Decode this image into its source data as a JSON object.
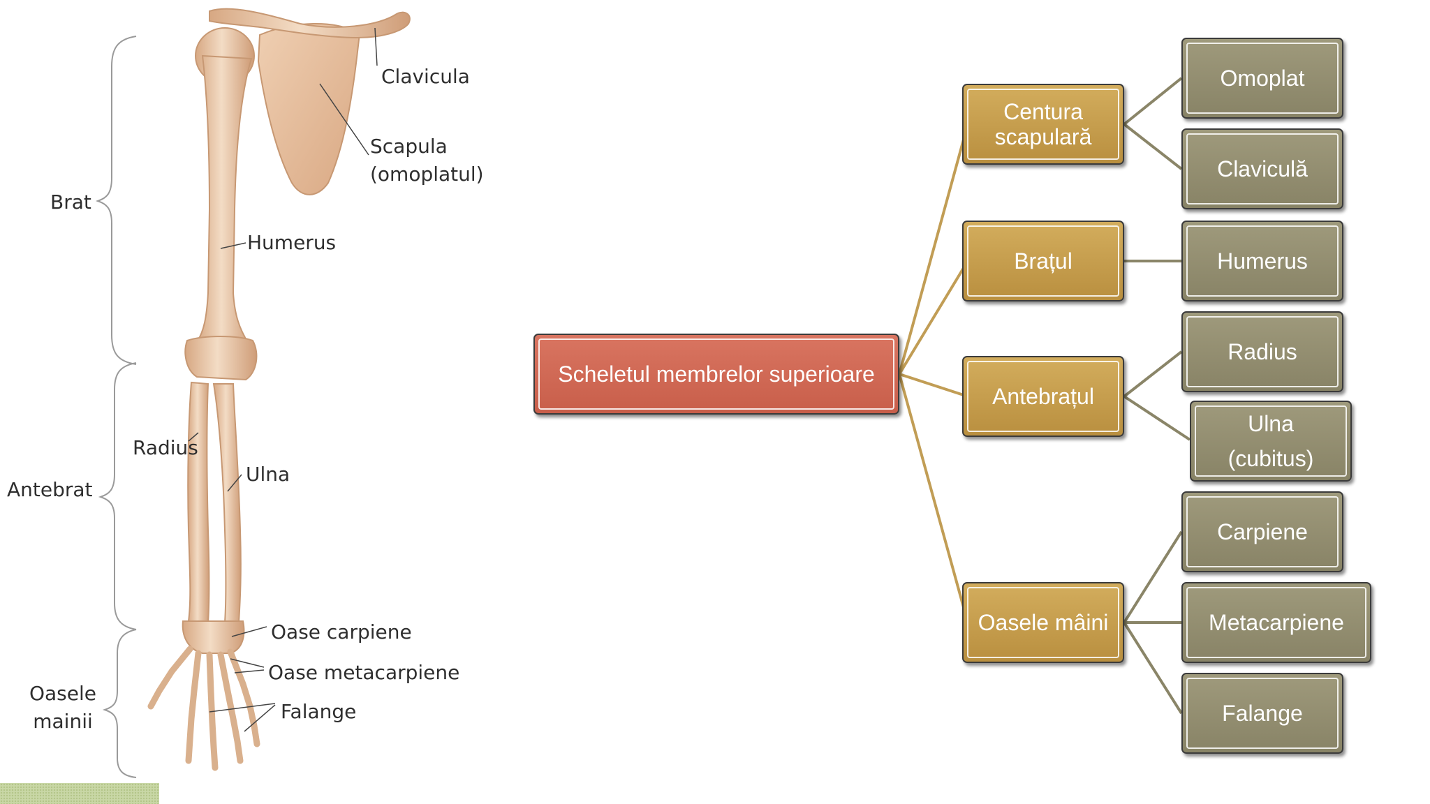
{
  "anatomy": {
    "labels": {
      "clavicula": "Clavicula",
      "scapula": "Scapula",
      "omoplatul": "(omoplatul)",
      "humerus": "Humerus",
      "radius": "Radius",
      "ulna": "Ulna",
      "oase_carpiene": "Oase carpiene",
      "oase_metacarpiene": "Oase metacarpiene",
      "falange": "Falange"
    },
    "regions": {
      "brat": "Brat",
      "antebrat": "Antebrat",
      "oasele_mainii_1": "Oasele",
      "oasele_mainii_2": "mainii"
    }
  },
  "tree": {
    "root": "Scheletul membrelor superioare",
    "groups": [
      {
        "line1": "Centura",
        "line2": "scapulară",
        "children": [
          "Omoplat",
          "Claviculă"
        ]
      },
      {
        "label": "Brațul",
        "children": [
          "Humerus"
        ]
      },
      {
        "label": "Antebrațul",
        "children": [
          "Radius",
          "Ulna",
          "(cubitus)"
        ]
      },
      {
        "label": "Oasele mâini",
        "children": [
          "Carpiene",
          "Metacarpiene",
          "Falange"
        ]
      }
    ]
  },
  "colors": {
    "root_fill": "#cd6652",
    "level1_fill": "#c49c4c",
    "level2_fill": "#928d70",
    "level1_connector": "#c19d55",
    "level2_connector": "#8a8568",
    "bone": "#e9c6a6"
  }
}
